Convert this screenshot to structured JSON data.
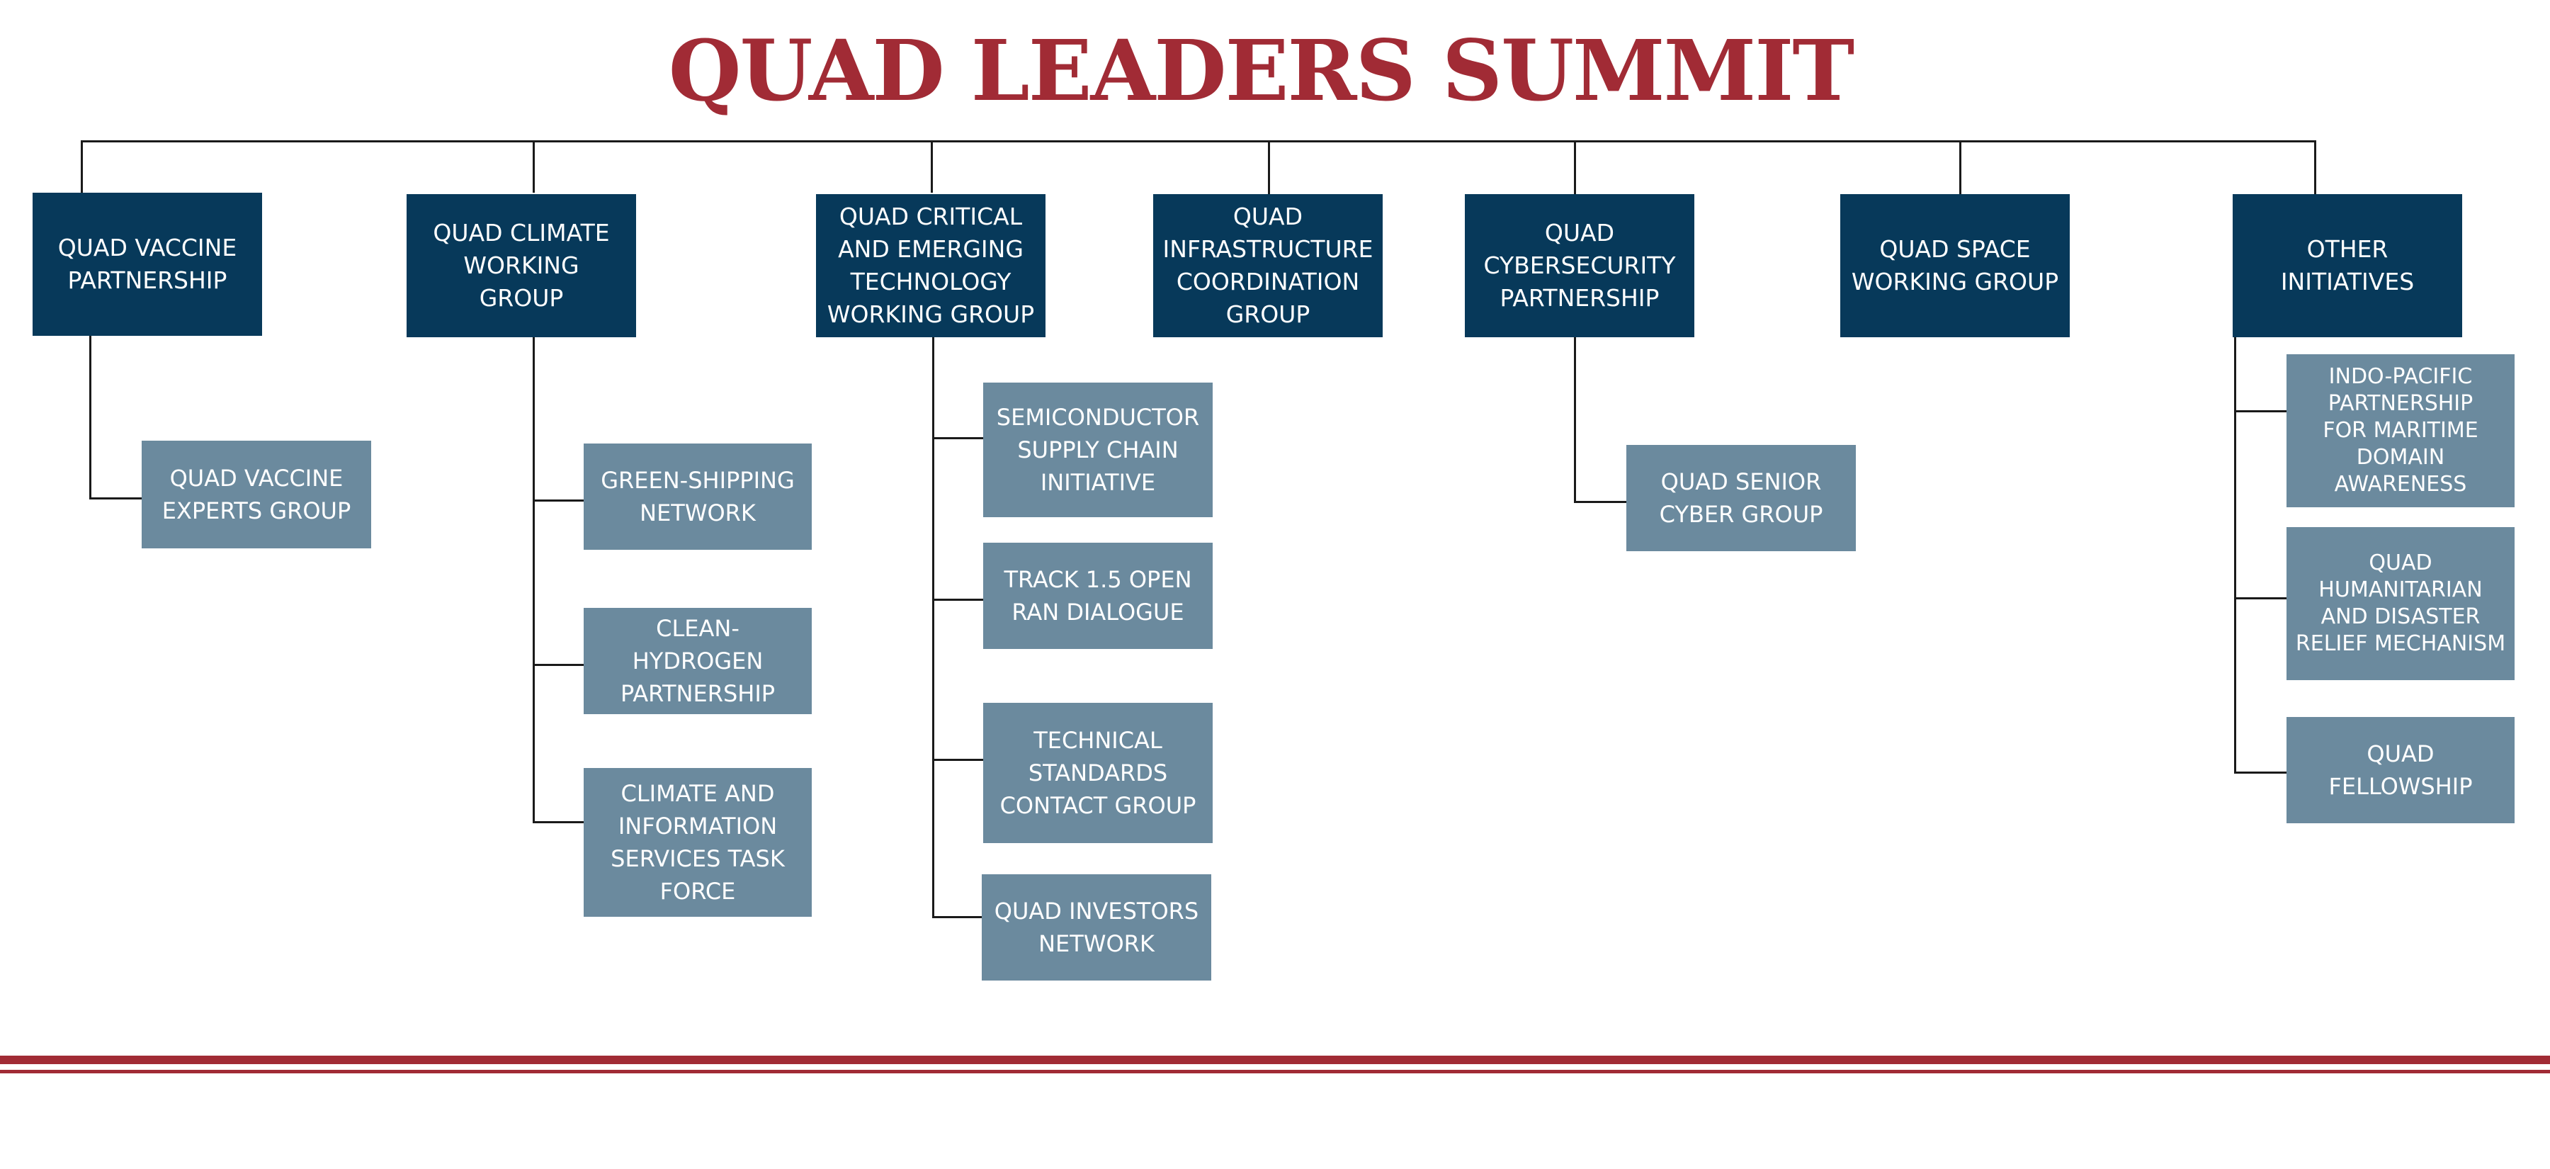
{
  "title": "QUAD LEADERS SUMMIT",
  "colors": {
    "title": "#a12b35",
    "primary_box": "#07395a",
    "secondary_box": "#6b8a9e",
    "connector": "#1a1a1a"
  },
  "groups": [
    {
      "label": "QUAD VACCINE\nPARTNERSHIP",
      "children": [
        "QUAD VACCINE\nEXPERTS GROUP"
      ]
    },
    {
      "label": "QUAD CLIMATE\nWORKING\nGROUP",
      "children": [
        "GREEN-SHIPPING\nNETWORK",
        "CLEAN-HYDROGEN\nPARTNERSHIP",
        "CLIMATE AND\nINFORMATION\nSERVICES TASK\nFORCE"
      ]
    },
    {
      "label": "QUAD CRITICAL\nAND EMERGING\nTECHNOLOGY\nWORKING GROUP",
      "children": [
        "SEMICONDUCTOR\nSUPPLY CHAIN\nINITIATIVE",
        "TRACK 1.5 OPEN\nRAN DIALOGUE",
        "TECHNICAL\nSTANDARDS\nCONTACT GROUP",
        "QUAD INVESTORS\nNETWORK"
      ]
    },
    {
      "label": "QUAD\nINFRASTRUCTURE\nCOORDINATION\nGROUP",
      "children": []
    },
    {
      "label": "QUAD\nCYBERSECURITY\nPARTNERSHIP",
      "children": [
        "QUAD SENIOR\nCYBER GROUP"
      ]
    },
    {
      "label": "QUAD SPACE\nWORKING GROUP",
      "children": []
    },
    {
      "label": "OTHER\nINITIATIVES",
      "children": [
        "INDO-PACIFIC\nPARTNERSHIP\nFOR MARITIME\nDOMAIN\nAWARENESS",
        "QUAD\nHUMANITARIAN\nAND DISASTER\nRELIEF MECHANISM",
        "QUAD\nFELLOWSHIP"
      ]
    }
  ]
}
